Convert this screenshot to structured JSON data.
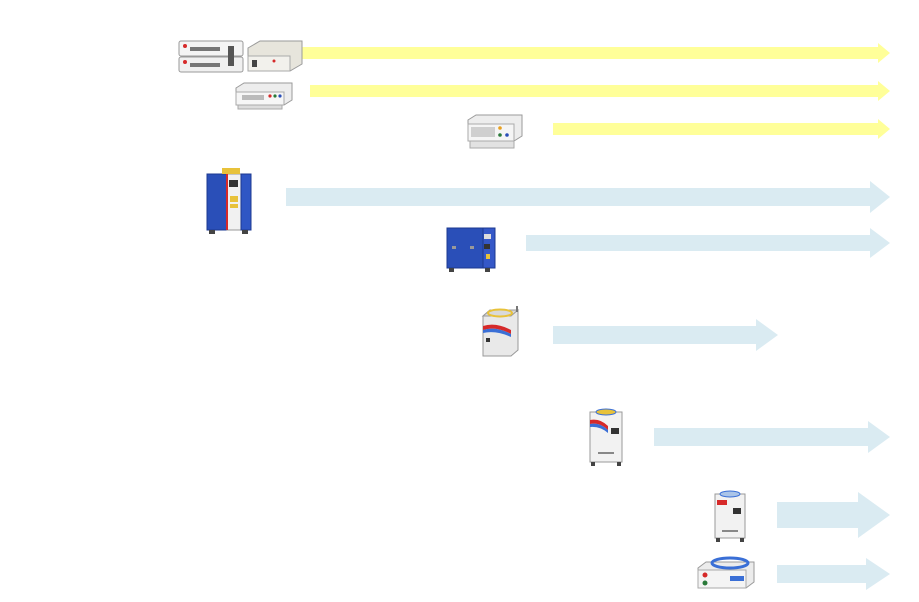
{
  "diagram": {
    "type": "product-lineup-timeline",
    "colors": {
      "yellow_arrow": "#FFFF99",
      "blue_arrow": "#DAEBF2",
      "background": "#FFFFFF",
      "unit_blue": "#2A4FB8",
      "unit_white": "#F2F2F2",
      "accent_red": "#D62A2A",
      "fiber_yellow": "#E8C23A",
      "fiber_blue": "#3A6FD6"
    },
    "rows": [
      {
        "id": "row-1",
        "group": "yellow",
        "product": "rack-power-supply-pair",
        "icon": "rack-unit-icon",
        "arrow_span": "long"
      },
      {
        "id": "row-2",
        "group": "yellow",
        "product": "rack-power-supply-compact",
        "icon": "rack-unit-icon",
        "arrow_span": "long"
      },
      {
        "id": "row-3",
        "group": "yellow",
        "product": "rack-power-supply-panel",
        "icon": "rack-unit-icon",
        "arrow_span": "medium"
      },
      {
        "id": "row-4",
        "group": "blue",
        "product": "blue-cabinet-laser-tall",
        "icon": "cabinet-unit-icon",
        "arrow_span": "long"
      },
      {
        "id": "row-5",
        "group": "blue",
        "product": "blue-cabinet-laser-wide",
        "icon": "cabinet-unit-icon",
        "arrow_span": "medium"
      },
      {
        "id": "row-6",
        "group": "blue",
        "product": "fiber-laser-unit-cube",
        "icon": "fiber-laser-icon",
        "arrow_span": "ends-early"
      },
      {
        "id": "row-7",
        "group": "blue",
        "product": "fiber-laser-unit-tall",
        "icon": "fiber-laser-icon",
        "arrow_span": "short"
      },
      {
        "id": "row-8",
        "group": "blue",
        "product": "fiber-laser-unit-slim",
        "icon": "fiber-laser-icon",
        "arrow_span": "very-short"
      },
      {
        "id": "row-9",
        "group": "blue",
        "product": "fiber-laser-desktop",
        "icon": "fiber-laser-icon",
        "arrow_span": "very-short"
      }
    ]
  }
}
